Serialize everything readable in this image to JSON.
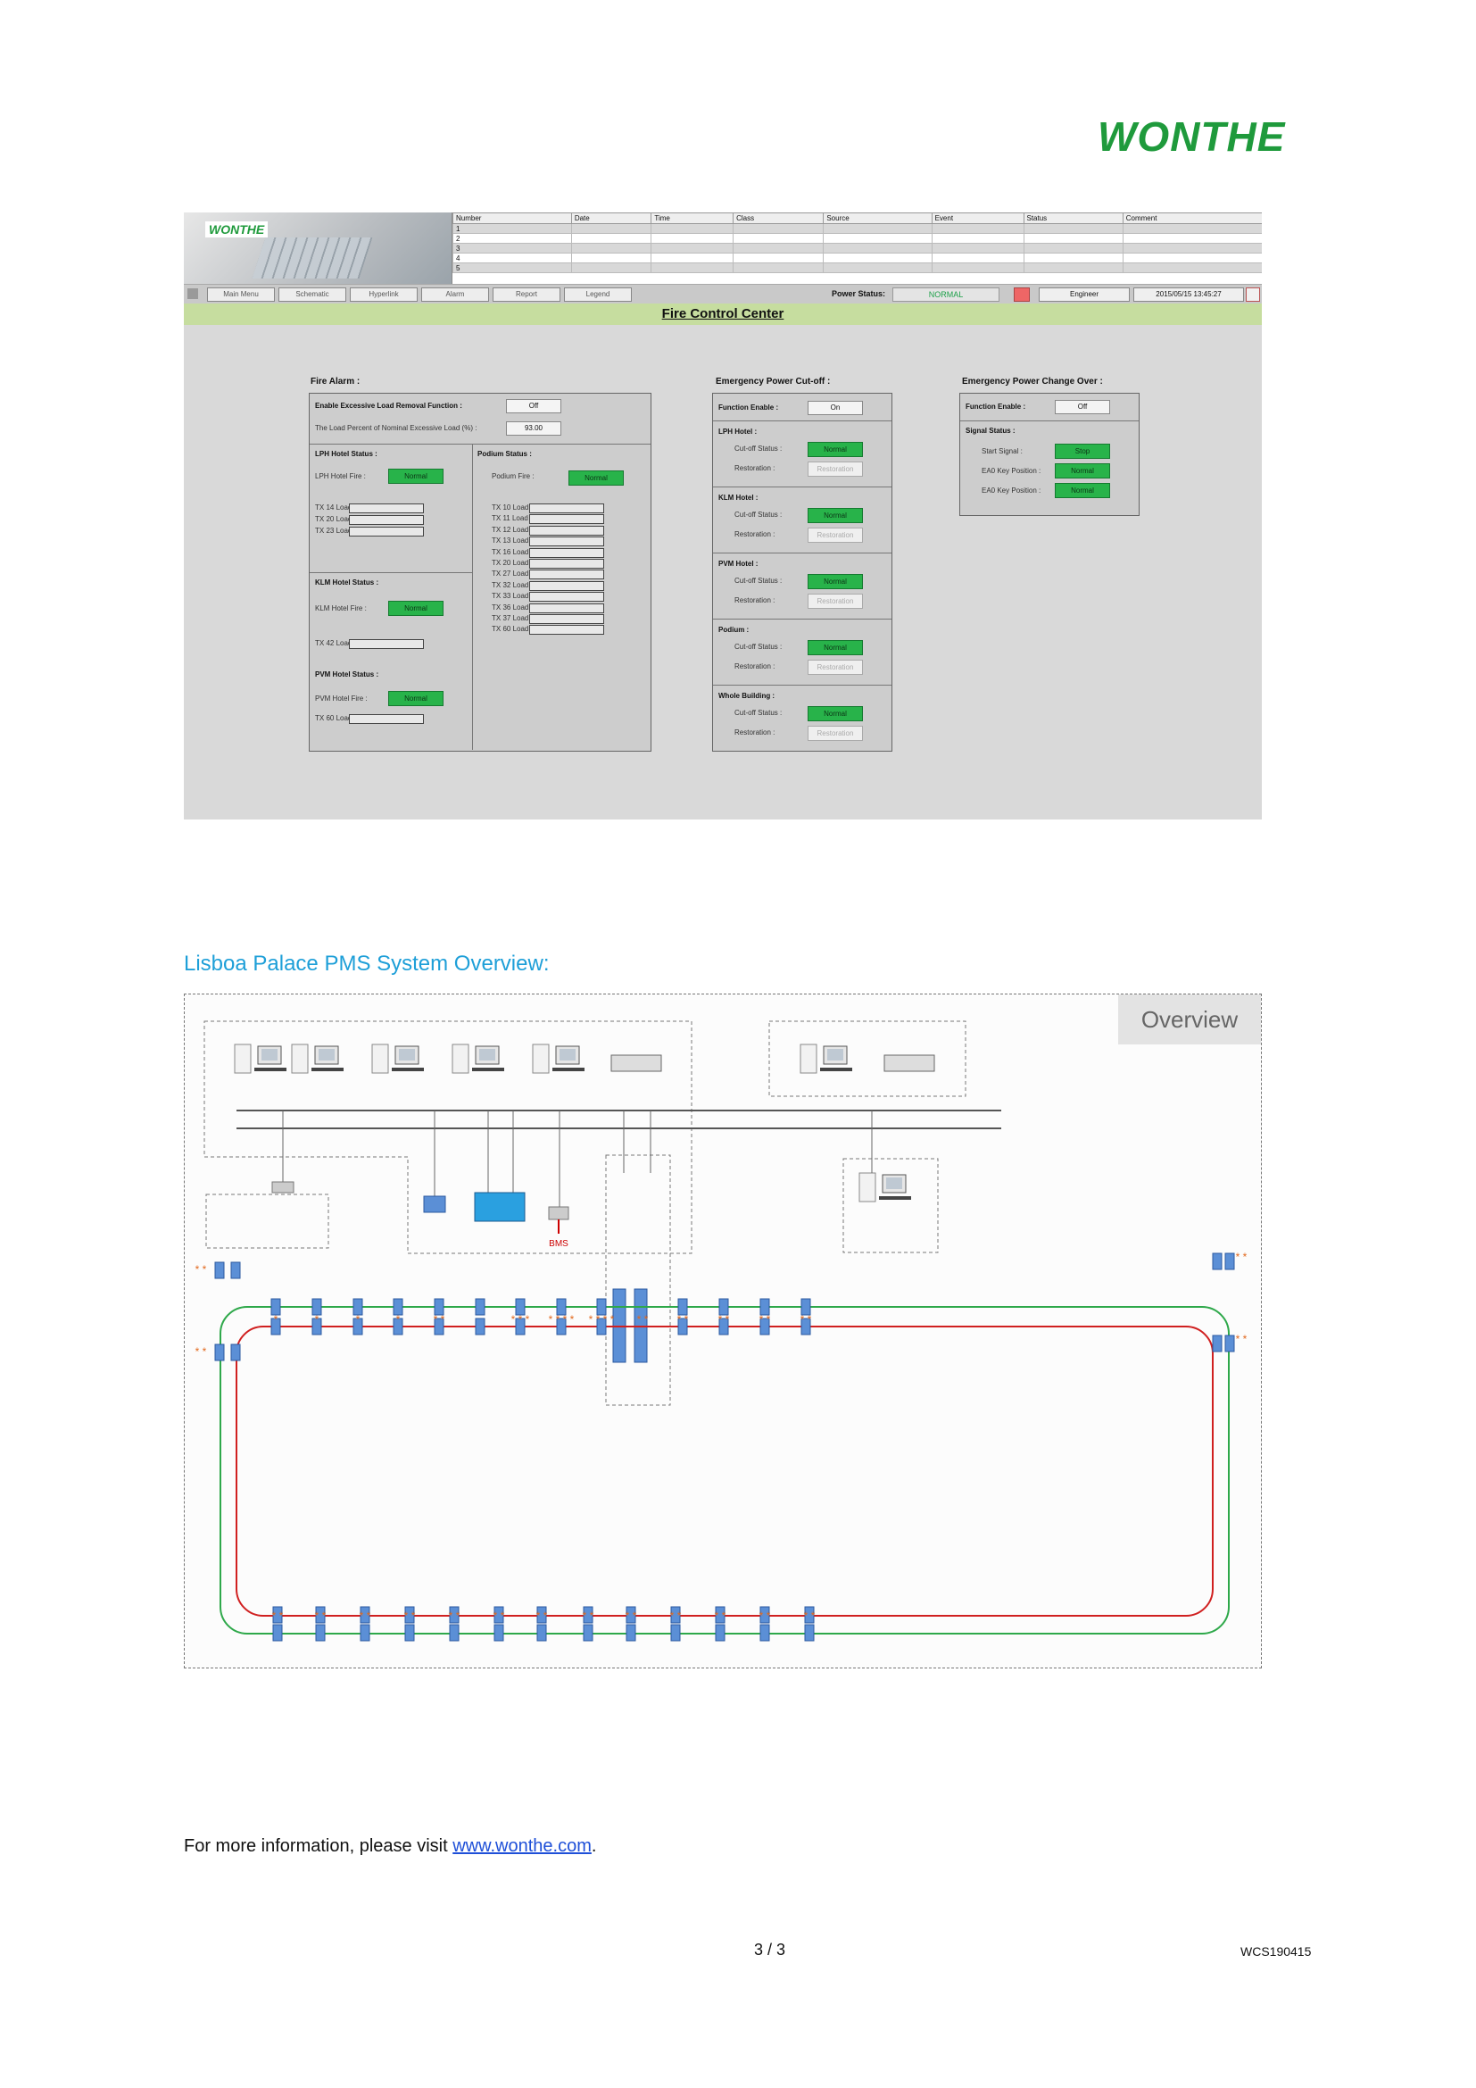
{
  "brand": {
    "logo": "WONTHE"
  },
  "screenshot": {
    "mini_logo": "WONTHE",
    "event_columns": [
      "Number",
      "Date",
      "Time",
      "Class",
      "Source",
      "Event",
      "Status",
      "Comment"
    ],
    "event_rows": [
      "1",
      "2",
      "3",
      "4",
      "5"
    ],
    "menu": [
      "Main Menu",
      "Schematic",
      "Hyperlink",
      "Alarm",
      "Report",
      "Legend"
    ],
    "power_status_label": "Power Status:",
    "power_status_value": "NORMAL",
    "user": "Engineer",
    "datetime": "2015/05/15 13:45:27",
    "title": "Fire Control Center",
    "fire_alarm": {
      "title": "Fire Alarm :",
      "enable_label": "Enable Excessive Load Removal Function :",
      "enable_value": "Off",
      "percent_label": "The Load Percent of Nominal Excessive Load (%) :",
      "percent_value": "93.00",
      "lph_status": "LPH Hotel Status :",
      "lph_fire_label": "LPH Hotel Fire :",
      "lph_fire_value": "Normal",
      "lph_loads": [
        "TX 14 Load :",
        "TX 20 Load :",
        "TX 23 Load :"
      ],
      "klm_status": "KLM Hotel Status :",
      "klm_fire_label": "KLM Hotel Fire :",
      "klm_fire_value": "Normal",
      "klm_loads": [
        "TX 42 Load :"
      ],
      "pvm_status": "PVM Hotel Status :",
      "pvm_fire_label": "PVM Hotel Fire :",
      "pvm_fire_value": "Normal",
      "pvm_loads": [
        "TX 60 Load :"
      ],
      "podium_status": "Podium Status :",
      "podium_fire_label": "Podium Fire :",
      "podium_fire_value": "Normal",
      "podium_loads": [
        "TX 10 Load :",
        "TX 11 Load :",
        "TX 12 Load :",
        "TX 13 Load :",
        "TX 16 Load :",
        "TX 20 Load :",
        "TX 27 Load :",
        "TX 32 Load :",
        "TX 33 Load :",
        "TX 36 Load :",
        "TX 37 Load :",
        "TX 60 Load :"
      ]
    },
    "cutoff": {
      "title": "Emergency Power Cut-off :",
      "func_label": "Function Enable :",
      "func_value": "On",
      "groups": [
        {
          "name": "LPH Hotel :",
          "status_label": "Cut-off Status :",
          "status": "Normal",
          "restore_label": "Restoration :",
          "restore": "Restoration"
        },
        {
          "name": "KLM Hotel :",
          "status_label": "Cut-off Status :",
          "status": "Normal",
          "restore_label": "Restoration :",
          "restore": "Restoration"
        },
        {
          "name": "PVM Hotel :",
          "status_label": "Cut-off Status :",
          "status": "Normal",
          "restore_label": "Restoration :",
          "restore": "Restoration"
        },
        {
          "name": "Podium :",
          "status_label": "Cut-off Status :",
          "status": "Normal",
          "restore_label": "Restoration :",
          "restore": "Restoration"
        },
        {
          "name": "Whole Building :",
          "status_label": "Cut-off Status :",
          "status": "Normal",
          "restore_label": "Restoration :",
          "restore": "Restoration"
        }
      ]
    },
    "changeover": {
      "title": "Emergency Power Change Over :",
      "func_label": "Function Enable :",
      "func_value": "Off",
      "signal_label": "Signal Status :",
      "rows": [
        {
          "label": "Start Signal :",
          "value": "Stop"
        },
        {
          "label": "EA0 Key Position :",
          "value": "Normal"
        },
        {
          "label": "EA0 Key Position :",
          "value": "Normal"
        }
      ]
    }
  },
  "overview": {
    "heading": "Lisboa Palace PMS System Overview:",
    "tab": "Overview",
    "bms_label": "BMS",
    "colors": {
      "green_ring": "#2ea84a",
      "red_ring": "#d02020",
      "device": "#5b8fd6",
      "star": "#e2691e"
    },
    "top_stars": [
      "*",
      "*",
      "*",
      "*",
      "* *",
      "",
      "* * *",
      "* * * *",
      "* * * *",
      "* *",
      "* *",
      "* *",
      "* *",
      "* *"
    ],
    "bottom_stars": [
      "* *",
      "* *",
      "* *",
      "* *",
      "* *",
      "* *",
      "* *",
      "* *",
      "* *",
      "* *",
      "* *",
      "* *",
      "* *"
    ],
    "left_stars": [
      "* *",
      "* *"
    ],
    "right_stars": [
      "* *",
      "* *"
    ]
  },
  "footer": {
    "text": "For more information, please visit ",
    "link": "www.wonthe.com",
    "period": ".",
    "page": "3 / 3",
    "doc_id": "WCS190415"
  }
}
